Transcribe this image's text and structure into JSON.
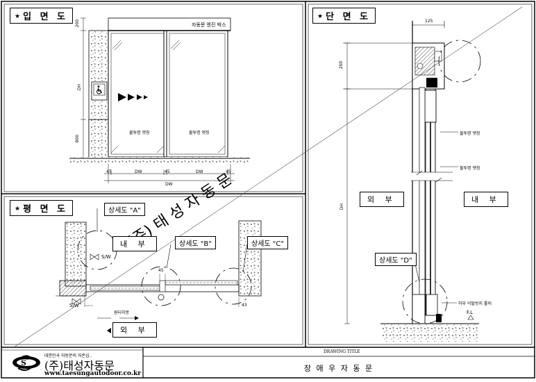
{
  "views": {
    "elevation": {
      "title": "입 면 도",
      "header_label": "자동문 엔진 박스",
      "door_left_label": "불투명 엣칭",
      "door_right_label": "불투명 엣칭",
      "dim_200": "200",
      "dim_dh": "DH",
      "dim_800": "800",
      "dim_45a": "45",
      "dim_dw1": "DW",
      "dim_45b": "45",
      "dim_dw2": "DW",
      "dim_45c": "45",
      "dim_total": "DW"
    },
    "plan": {
      "title": "평 면 도",
      "inside_label": "내  부",
      "outside_label": "외  부",
      "detail_a": "상세도 \"A\"",
      "detail_b": "상세도 \"B\"",
      "detail_c": "상세도 \"C\"",
      "sw_right": "S/W",
      "sw_left": "S/W",
      "open_direction": "원터치방",
      "dim_45": "45",
      "dim_43": "43"
    },
    "section": {
      "title": "단 면 도",
      "dim_125": "125",
      "dim_200": "200",
      "dim_dh": "DH",
      "etching_1": "불투명 엣칭",
      "etching_2": "불투명 엣칭",
      "outside_label": "외  부",
      "inside_label": "내  부",
      "detail_d": "상세도 \"D\"",
      "roller_label": "하부 이탈방지 롤러",
      "floor_label": "F.L"
    }
  },
  "watermark": "(주)  태  성  자  동  문",
  "title_block": {
    "company_tagline": "대한민국 자동문의 자존심..",
    "company_name": "(주)태성자동문",
    "company_url": "www.taesungautodoor.co.kr",
    "drawing_title_label": "DRAWING TITLE",
    "drawing_title": "장 애 우 자 동 문"
  }
}
